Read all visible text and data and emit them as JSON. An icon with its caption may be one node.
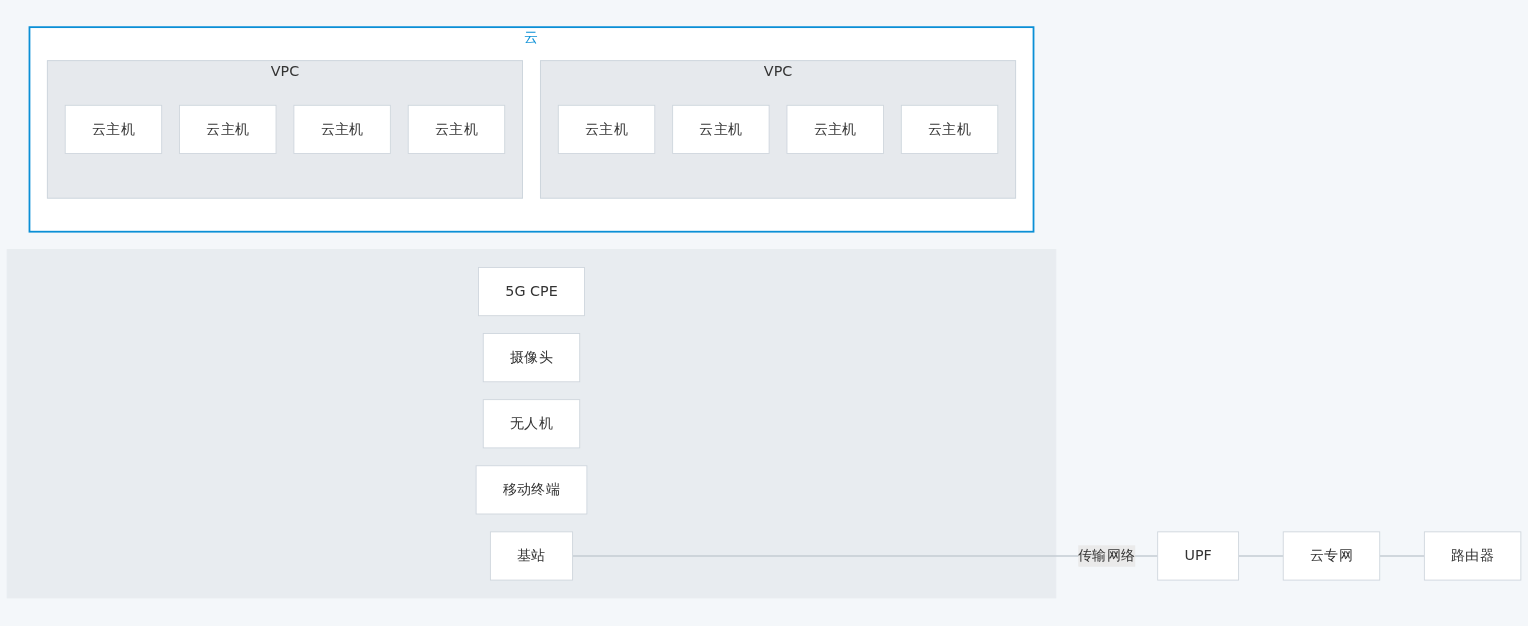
{
  "diagram": {
    "nodes": [
      {
        "text": [],
        "shape": "box"
      },
      {
        "text": [
          "5G CPE"
        ],
        "in": 0
      },
      {
        "text": [
          "摄像头"
        ],
        "in": 0
      },
      {
        "text": [
          "无人机"
        ],
        "in": 0
      },
      {
        "text": [
          "移动终端"
        ],
        "in": 0
      },
      {
        "text": [
          "基站"
        ],
        "in": 0
      },
      {
        "text": [
          "UPF"
        ]
      },
      {
        "text": [
          "云专网"
        ]
      },
      {
        "text": [
          "路由器"
        ]
      },
      {
        "text": [
          "云"
        ]
      },
      {
        "text": [
          "VPC"
        ],
        "in": 9
      },
      {
        "text": [
          "云主机"
        ],
        "in": 10
      },
      {
        "text": [
          "云主机"
        ],
        "in": 10
      },
      {
        "text": [
          "云主机"
        ],
        "in": 10
      },
      {
        "text": [
          "云主机"
        ],
        "in": 10
      },
      {
        "text": [
          "VPC"
        ],
        "in": 9
      },
      {
        "text": [
          "云主机"
        ],
        "in": 15
      },
      {
        "text": [
          "云主机"
        ],
        "in": 15
      },
      {
        "text": [
          "云主机"
        ],
        "in": 15
      },
      {
        "text": [
          "云主机"
        ],
        "in": 15
      }
    ],
    "edges": [
      {
        "from": 5,
        "to": 6,
        "arrow": "none",
        "label": "传输网络"
      },
      {
        "from": 6,
        "to": 7,
        "arrow": "none"
      },
      {
        "from": 7,
        "to": 8,
        "arrow": "none"
      }
    ]
  }
}
